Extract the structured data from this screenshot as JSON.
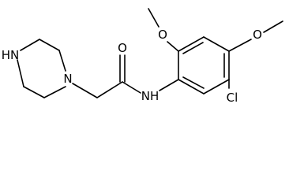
{
  "molecule": {
    "atom_labels": {
      "piperazine_nh": "HN",
      "piperazine_n": "N",
      "carbonyl_o": "O",
      "amide_nh": "NH",
      "methoxy_o_2": "O",
      "methoxy_o_4": "O",
      "chloro": "Cl"
    },
    "bond_color": "#000000",
    "background": "#ffffff"
  }
}
